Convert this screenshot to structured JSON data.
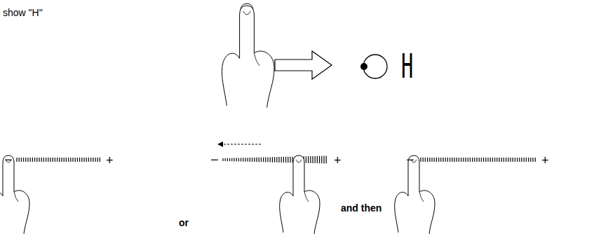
{
  "diagram": {
    "labels": [
      "show \"H\"",
      "H",
      "−",
      "+",
      "−",
      "+",
      "−",
      "+",
      "or",
      "and then"
    ]
  }
}
